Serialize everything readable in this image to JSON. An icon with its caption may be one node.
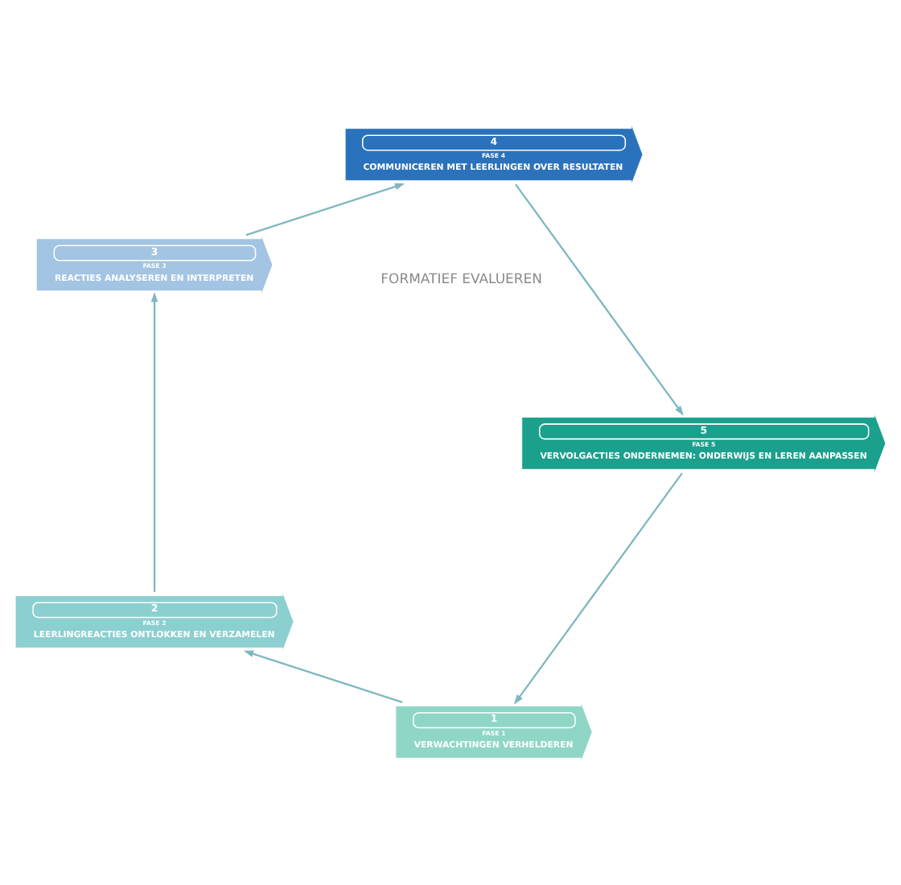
{
  "diagram": {
    "nodes": [
      {
        "text": [
          "1",
          "FASE 1",
          "VERWACHTINGEN VERHELDEREN"
        ]
      },
      {
        "text": [
          "2",
          "FASE 2",
          "LEERLINGREACTIES ONTLOKKEN EN VERZAMELEN"
        ]
      },
      {
        "text": [
          "3",
          "FASE 3",
          "REACTIES ANALYSEREN EN INTERPRETEN"
        ]
      },
      {
        "text": [
          "4",
          "FASE 4",
          "COMMUNICEREN MET LEERLINGEN OVER RESULTATEN"
        ]
      },
      {
        "text": [
          "5",
          "FASE 5",
          "VERVOLGACTIES ONDERNEMEN: ONDERWIJS EN LEREN AANPASSEN"
        ]
      }
    ],
    "edges": [
      {
        "from": 0,
        "to": 1,
        "arrow": "to"
      },
      {
        "from": 1,
        "to": 2,
        "arrow": "to"
      },
      {
        "from": 2,
        "to": 3,
        "arrow": "to"
      },
      {
        "from": 3,
        "to": 4,
        "arrow": "to"
      },
      {
        "from": 4,
        "to": 0,
        "arrow": "to"
      }
    ],
    "labels": [
      "FORMATIEF EVALUEREN"
    ]
  }
}
